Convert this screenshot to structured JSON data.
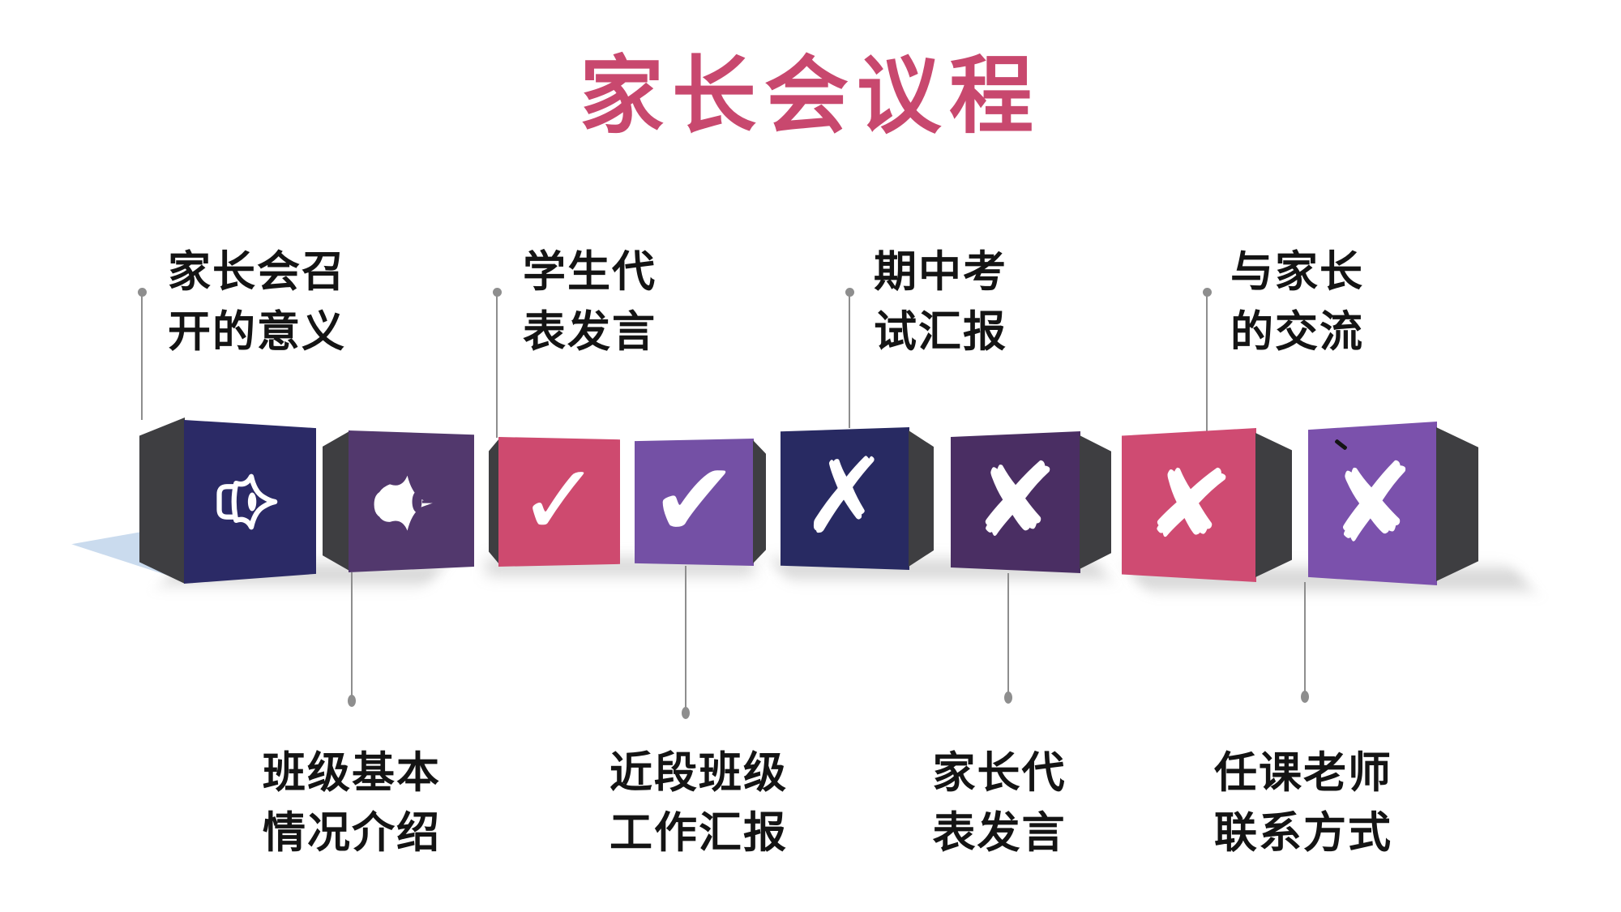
{
  "title": {
    "text": "家长会议程",
    "color": "#C8486E"
  },
  "agenda": [
    {
      "order": 1,
      "label": "家长会召\n开的意义",
      "position": "top",
      "cube_color": "#2B2A66",
      "icon": "megaphone-outline"
    },
    {
      "order": 2,
      "label": "班级基本\n情况介绍",
      "position": "bottom",
      "cube_color": "#52386D",
      "icon": "megaphone-solid"
    },
    {
      "order": 3,
      "label": "学生代\n表发言",
      "position": "top",
      "cube_color": "#CE4A6F",
      "icon": "check-thin"
    },
    {
      "order": 4,
      "label": "近段班级\n工作汇报",
      "position": "bottom",
      "cube_color": "#7450A5",
      "icon": "check-bold"
    },
    {
      "order": 5,
      "label": "期中考\n试汇报",
      "position": "top",
      "cube_color": "#282A62",
      "icon": "cross-thin"
    },
    {
      "order": 6,
      "label": "家长代\n表发言",
      "position": "bottom",
      "cube_color": "#4A2E63",
      "icon": "cross-bold"
    },
    {
      "order": 7,
      "label": "与家长\n的交流",
      "position": "top",
      "cube_color": "#CF4B72",
      "icon": "cross-brush"
    },
    {
      "order": 8,
      "label": "任课老师\n联系方式",
      "position": "bottom",
      "cube_color": "#7B51AC",
      "icon": "cross-brush-bold"
    }
  ],
  "icon_glyphs": {
    "check-thin": "✓",
    "check-bold": "✔",
    "cross-thin": "✗",
    "cross-bold": "✘",
    "cross-brush": "✘",
    "cross-brush-bold": "✘"
  },
  "colors": {
    "accent_pink": "#C8486E",
    "connector_gray": "#8E8E8E",
    "label_text": "#141414",
    "cube_side_gray": "#3E3E41",
    "icon_white": "#FFFFFF",
    "shadow_blue": "#BDD2EA"
  }
}
